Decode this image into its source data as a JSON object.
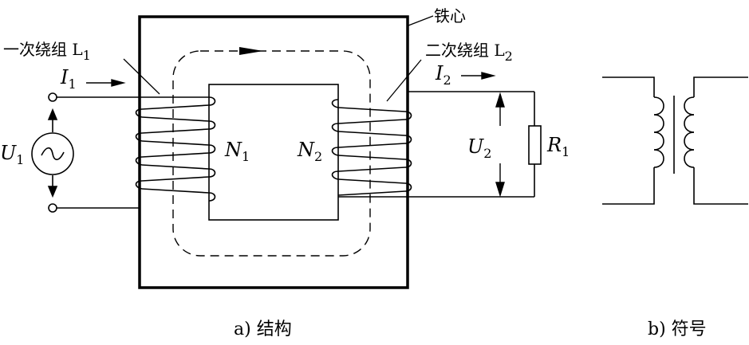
{
  "labels": {
    "core": "铁心",
    "primary_winding": "一次绕组 L",
    "primary_winding_sub": "1",
    "secondary_winding": "二次绕组 L",
    "secondary_winding_sub": "2",
    "i1": "I",
    "i1_sub": "1",
    "i2": "I",
    "i2_sub": "2",
    "u1": "U",
    "u1_sub": "1",
    "u2": "U",
    "u2_sub": "2",
    "n1": "N",
    "n1_sub": "1",
    "n2": "N",
    "n2_sub": "2",
    "r1": "R",
    "r1_sub": "1"
  },
  "captions": {
    "structure": "a) 结构",
    "symbol": "b) 符号"
  }
}
